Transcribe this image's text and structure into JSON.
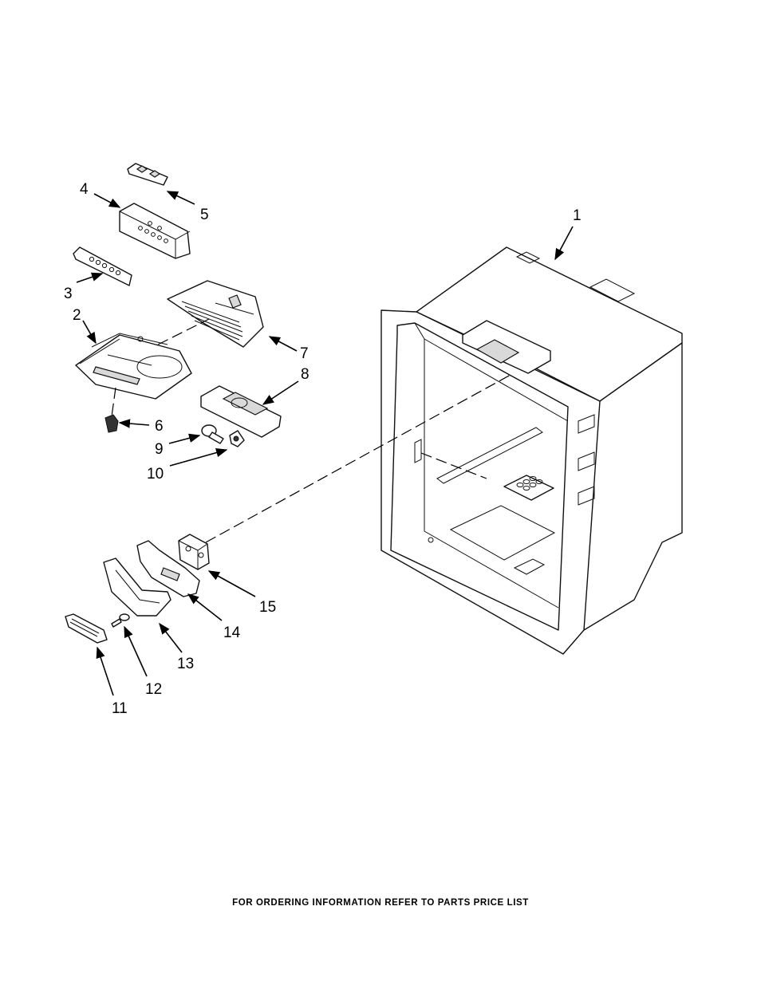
{
  "callouts": [
    {
      "id": "1",
      "label": "1"
    },
    {
      "id": "2",
      "label": "2"
    },
    {
      "id": "3",
      "label": "3"
    },
    {
      "id": "4",
      "label": "4"
    },
    {
      "id": "5",
      "label": "5"
    },
    {
      "id": "6",
      "label": "6"
    },
    {
      "id": "7",
      "label": "7"
    },
    {
      "id": "8",
      "label": "8"
    },
    {
      "id": "9",
      "label": "9"
    },
    {
      "id": "10",
      "label": "10"
    },
    {
      "id": "11",
      "label": "11"
    },
    {
      "id": "12",
      "label": "12"
    },
    {
      "id": "13",
      "label": "13"
    },
    {
      "id": "14",
      "label": "14"
    },
    {
      "id": "15",
      "label": "15"
    }
  ],
  "footer": {
    "note": "FOR ORDERING INFORMATION REFER TO PARTS PRICE LIST"
  }
}
